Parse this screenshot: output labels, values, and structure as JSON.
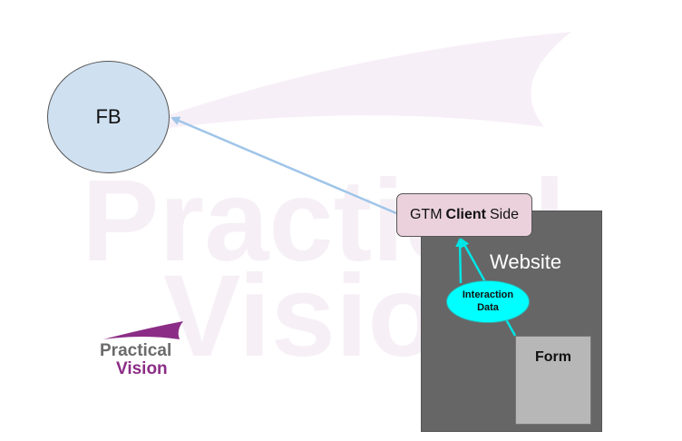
{
  "watermark": {
    "line1": "Practical",
    "line2": "Vision"
  },
  "nodes": {
    "fb": "FB",
    "gtm": {
      "prefix": "GTM",
      "bold": "Client",
      "suffix": "Side"
    },
    "website": "Website",
    "interaction": {
      "line1": "Interaction",
      "line2": "Data"
    },
    "form": "Form"
  },
  "logo": {
    "line1": "Practical",
    "line2": "Vision"
  },
  "colors": {
    "fb_fill": "#cfe0f1",
    "gtm_fill": "#ead1dc",
    "website_fill": "#666666",
    "form_fill": "#b7b7b7",
    "interaction_fill": "#00ffff",
    "arrow_blue": "#9fc5e8",
    "arrow_cyan": "#00e5e5",
    "logo_purple": "#8b2d86"
  }
}
